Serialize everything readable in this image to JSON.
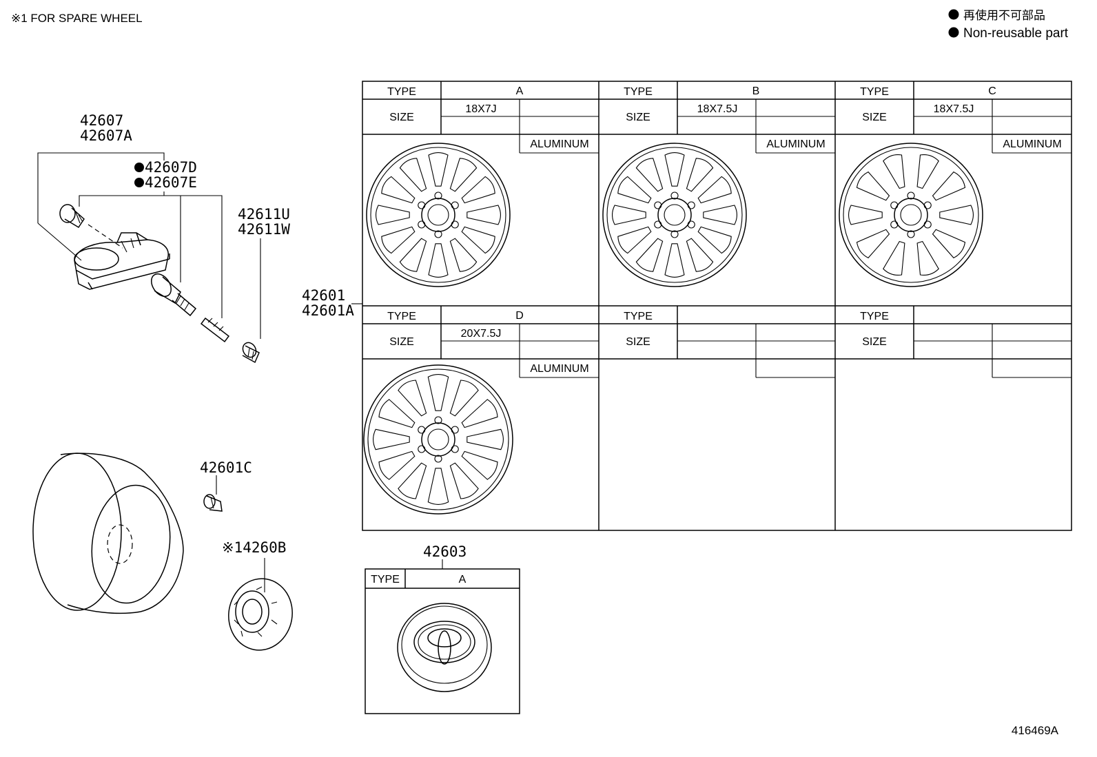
{
  "header": {
    "note": "※1 FOR SPARE WHEEL",
    "legend_ja": "再使用不可部品",
    "legend_en": "Non-reusable part"
  },
  "sensor": {
    "part1": "42607",
    "part2": "42607A",
    "part3": "42607D",
    "part4": "42607E",
    "cap1": "42611U",
    "cap2": "42611W"
  },
  "wheel_part": {
    "part1": "42601",
    "part2": "42601A"
  },
  "small_parts": {
    "nut": "42601C",
    "spare_cap": "※14260B"
  },
  "cap": {
    "part": "42603",
    "type_label": "TYPE",
    "type_value": "A"
  },
  "labels": {
    "type": "TYPE",
    "size": "SIZE",
    "material": "ALUMINUM"
  },
  "wheel_types": [
    {
      "type": "A",
      "size": "18X7J",
      "material": "ALUMINUM"
    },
    {
      "type": "B",
      "size": "18X7.5J",
      "material": "ALUMINUM"
    },
    {
      "type": "C",
      "size": "18X7.5J",
      "material": "ALUMINUM"
    },
    {
      "type": "D",
      "size": "20X7.5J",
      "material": "ALUMINUM"
    },
    {
      "type": "",
      "size": "",
      "material": ""
    },
    {
      "type": "",
      "size": "",
      "material": ""
    }
  ],
  "footer": {
    "diagram_id": "416469A"
  }
}
